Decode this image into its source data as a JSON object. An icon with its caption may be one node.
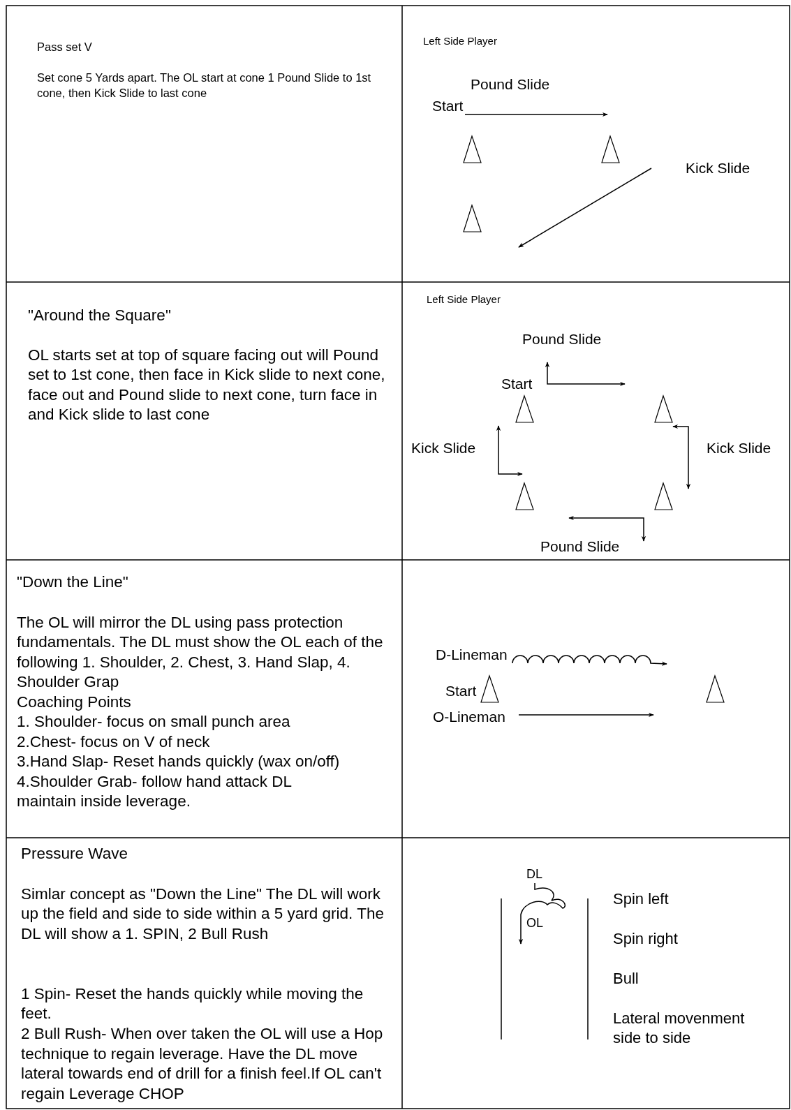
{
  "diagram": {
    "labels": [
      "Pass set V",
      "Set cone 5 Yards apart. The OL start at cone 1 Pound Slide to 1st cone, then Kick Slide to last cone",
      "Left Side Player",
      "Pound Slide",
      "Start",
      "Kick Slide",
      "\"Around the Square\"",
      "OL starts set at top of square facing out will Pound set to 1st cone, then face in Kick slide to next cone, face out and Pound slide to next cone, turn face in and Kick slide to last cone",
      "Left Side Player",
      "Pound Slide",
      "Start",
      "Kick Slide",
      "Kick Slide",
      "Pound Slide",
      "\"Down the Line\"",
      "The OL will mirror the DL using pass protection fundamentals. The DL must show the OL each of the following 1. Shoulder, 2. Chest, 3. Hand Slap, 4. Shoulder Grap",
      "Coaching Points",
      "1. Shoulder- focus on small punch area",
      "2.Chest- focus on V of neck",
      "3.Hand Slap- Reset hands quickly (wax on/off)",
      "4.Shoulder Grab- follow hand attack DL maintain inside leverage.",
      "D-Lineman",
      "Start",
      "O-Lineman",
      "Pressure Wave",
      "Simlar concept as \"Down the Line\" The DL will work up the field and side to side within a 5 yard grid. The DL will show a 1. SPIN, 2 Bull Rush",
      "1 Spin- Reset the hands quickly while moving the feet.",
      "2 Bull Rush- When over taken the OL will use a Hop technique to regain leverage. Have the DL move lateral towards end of drill for a finish feel.If OL can't regain Leverage CHOP",
      "DL",
      "OL",
      "Spin left",
      "Spin right",
      "Bull",
      "Lateral movenment side to side"
    ]
  }
}
